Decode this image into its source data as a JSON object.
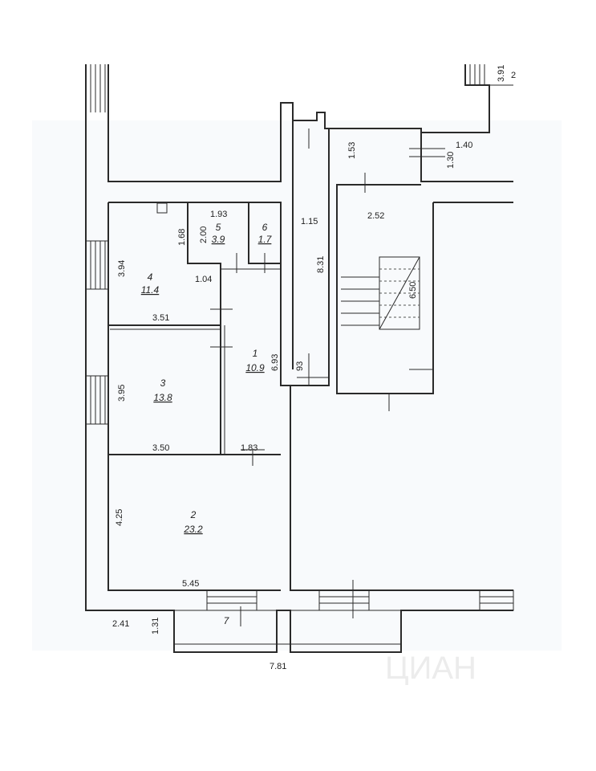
{
  "rooms": [
    {
      "number": "1",
      "area": "10.9"
    },
    {
      "number": "2",
      "area": "23.2"
    },
    {
      "number": "3",
      "area": "13.8"
    },
    {
      "number": "4",
      "area": "11.4"
    },
    {
      "number": "5",
      "area": "3.9"
    },
    {
      "number": "6",
      "area": "1.7"
    },
    {
      "number": "7"
    }
  ],
  "dimensions": {
    "d391": "3.91",
    "d2": "2",
    "d140": "1.40",
    "d153": "1.53",
    "d130": "1.30",
    "d252": "2.52",
    "d193": "1.93",
    "d200": "2.00",
    "d168": "1.68",
    "d115": "1.15",
    "d831": "8.31",
    "d650": "6.50",
    "d394": "3.94",
    "d104": "1.04",
    "d351": "3.51",
    "d693": "6.93",
    "d93": "93",
    "d395": "3.95",
    "d350": "3.50",
    "d183": "1.83",
    "d425": "4.25",
    "d545": "5.45",
    "d241": "2.41",
    "d131": "1.31",
    "d781": "7.81"
  },
  "watermark": "ЦИАН"
}
